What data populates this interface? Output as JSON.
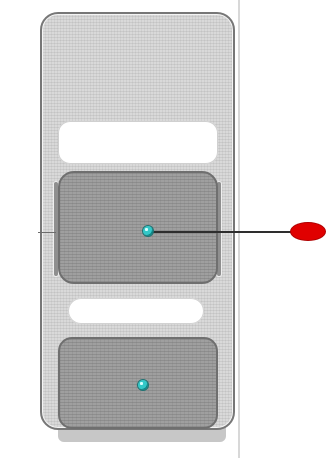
{
  "screen": {
    "name": "device-diagram"
  },
  "elements": {
    "device": "device-body",
    "upper_indicator": "teal-indicator",
    "lower_indicator": "teal-indicator",
    "callout": "red-callout-marker"
  }
}
